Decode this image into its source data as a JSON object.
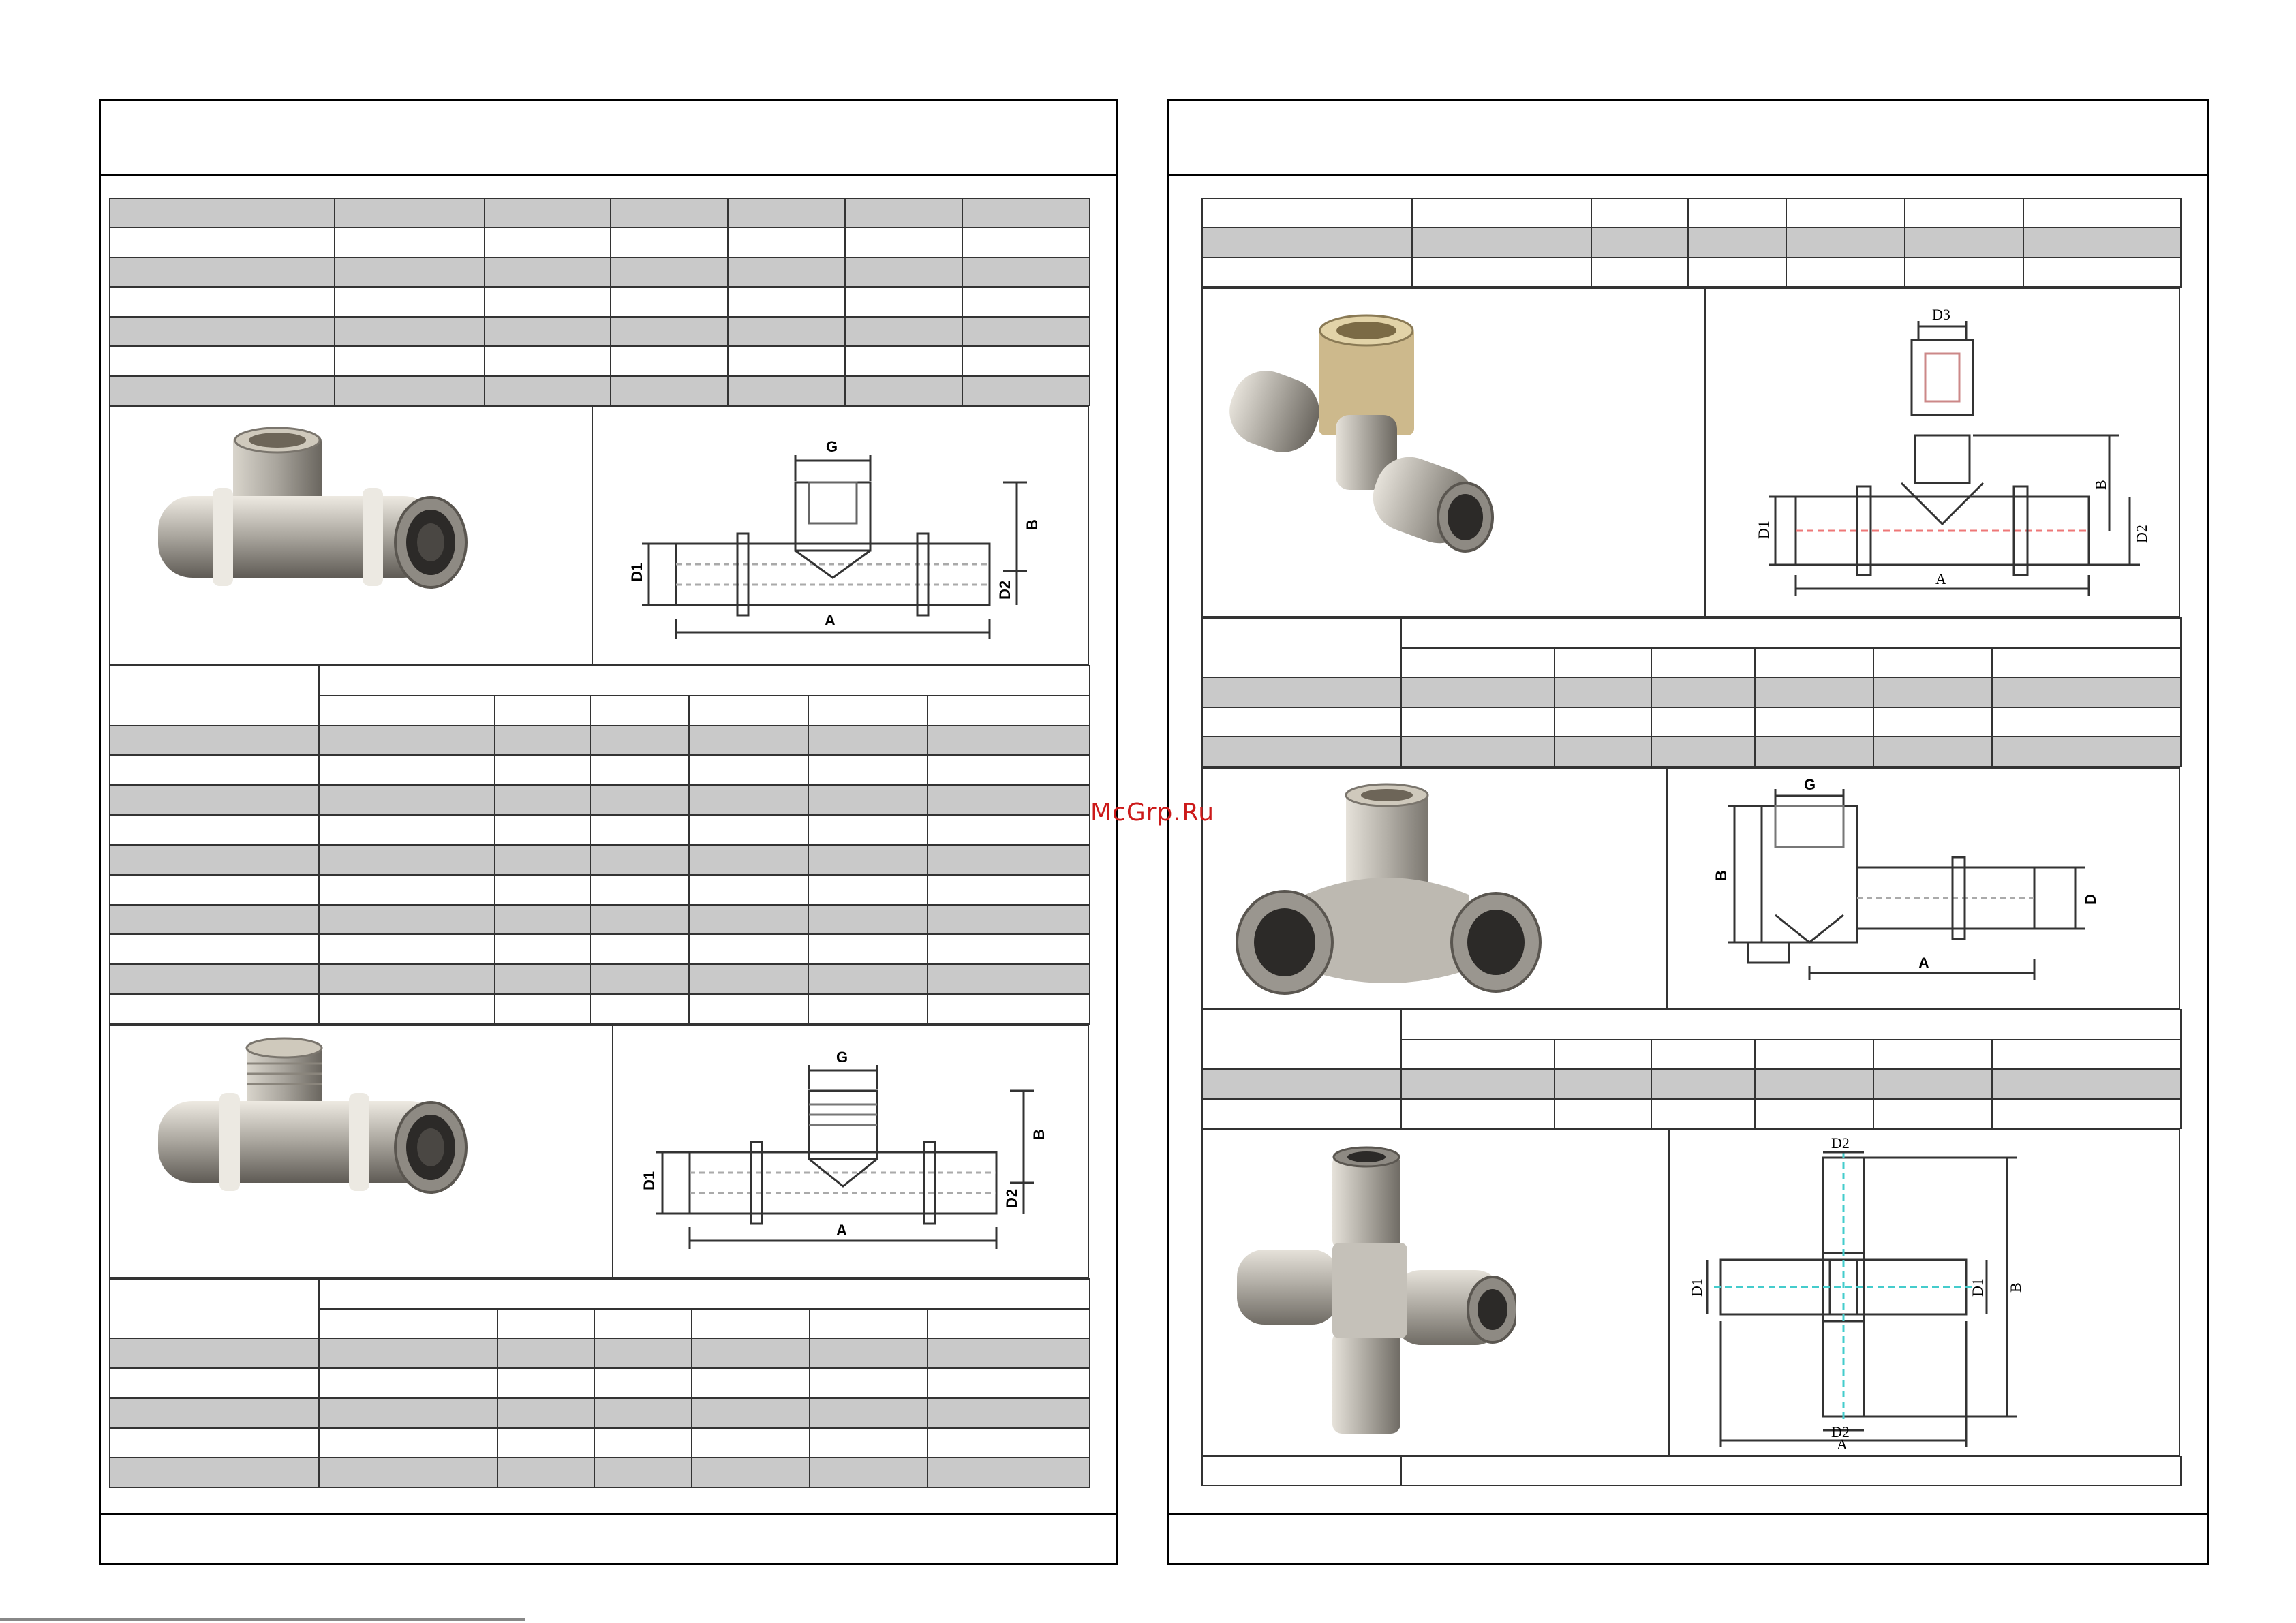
{
  "watermark": "McGrp.Ru",
  "left_page": {
    "tee_female_drawing": {
      "dims": {
        "g": "G",
        "b": "B",
        "d1": "D1",
        "d2": "D2",
        "a": "A"
      }
    },
    "tee_male_drawing": {
      "dims": {
        "g": "G",
        "b": "B",
        "d1": "D1",
        "d2": "D2",
        "a": "A"
      }
    }
  },
  "right_page": {
    "tee_nut_drawing": {
      "dims": {
        "d3": "D3",
        "b": "B",
        "d1": "D1",
        "d2": "D2",
        "a": "A"
      }
    },
    "elbow_drawing": {
      "dims": {
        "g": "G",
        "b": "B",
        "d": "D",
        "a": "A"
      }
    },
    "cross_drawing": {
      "dims": {
        "d2_top": "D2",
        "d1_left": "D1",
        "d1_right": "D1",
        "b": "B",
        "d2_bottom": "D2",
        "a": "A"
      }
    }
  },
  "icons": {
    "tee_female_photo": "tee-female-fitting-photo",
    "tee_male_photo": "tee-male-fitting-photo",
    "tee_nut_photo": "tee-nut-fitting-photo",
    "elbow_photo": "elbow-wall-fitting-photo",
    "cross_photo": "cross-fitting-photo"
  },
  "colors": {
    "shade": "#c9c9c9",
    "border": "#333333",
    "watermark": "#cc1a1a",
    "metal": "#b9b5ad"
  }
}
